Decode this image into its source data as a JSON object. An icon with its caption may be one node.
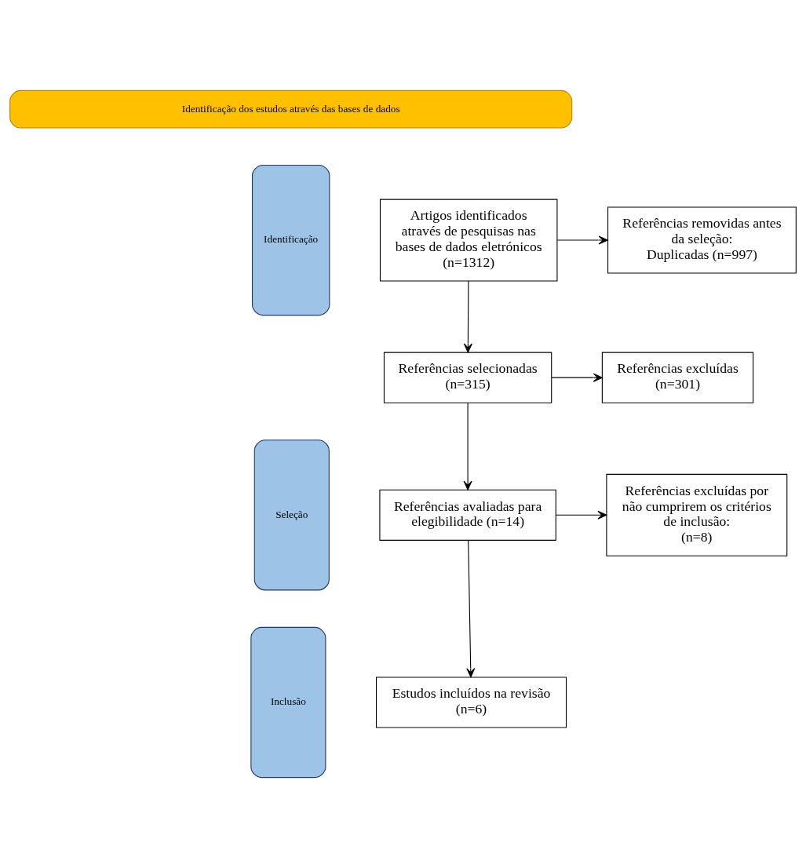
{
  "diagram": {
    "nodes": [
      {
        "text": [
          "Identificação dos estudos através das bases de dados"
        ]
      },
      {
        "text": [
          "Identificação"
        ]
      },
      {
        "text": [
          "Seleção"
        ]
      },
      {
        "text": [
          "Inclusão"
        ]
      },
      {
        "text": [
          "Artigos identificados através de pesquisas nas bases de dados eletrónicos (n=1312)"
        ]
      },
      {
        "text": [
          "Referências removidas antes da seleção:",
          "Duplicadas (n=997)"
        ]
      },
      {
        "text": [
          "Referências selecionadas",
          "(n=315)"
        ]
      },
      {
        "text": [
          "Referências excluídas",
          "(n=301)"
        ]
      },
      {
        "text": [
          "Referências avaliadas para elegibilidade (n=14)"
        ]
      },
      {
        "text": [
          "Referências excluídas por não cumprirem os critérios de inclusão:",
          "(n=8)"
        ]
      },
      {
        "text": [
          "Estudos incluídos na revisão",
          "(n=6)"
        ]
      }
    ],
    "edges": [
      {
        "from": 4,
        "to": 5,
        "arrow": "to"
      },
      {
        "from": 4,
        "to": 6,
        "arrow": "to"
      },
      {
        "from": 6,
        "to": 7,
        "arrow": "to"
      },
      {
        "from": 6,
        "to": 8,
        "arrow": "to"
      },
      {
        "from": 8,
        "to": 9,
        "arrow": "to"
      },
      {
        "from": 8,
        "to": 10,
        "arrow": "to"
      }
    ]
  }
}
